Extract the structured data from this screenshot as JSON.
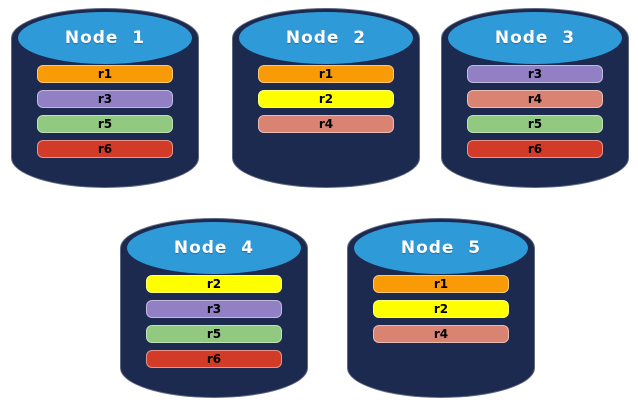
{
  "diagram": {
    "background": "#ffffff",
    "cylinder_body_color": "#1C2A50",
    "cylinder_top_color": "#2F9AD8",
    "title_color": "#ffffff",
    "bar_text_color": "#000000"
  },
  "replica_colors": {
    "r1": "#F99B06",
    "r2": "#FFFF00",
    "r3": "#9180C4",
    "r4": "#D98373",
    "r5": "#90C97F",
    "r6": "#D23B27"
  },
  "nodes": [
    {
      "title": "Node  1",
      "replicas": [
        "r1",
        "r3",
        "r5",
        "r6"
      ]
    },
    {
      "title": "Node  2",
      "replicas": [
        "r1",
        "r2",
        "r4"
      ]
    },
    {
      "title": "Node  3",
      "replicas": [
        "r3",
        "r4",
        "r5",
        "r6"
      ]
    },
    {
      "title": "Node  4",
      "replicas": [
        "r2",
        "r3",
        "r5",
        "r6"
      ]
    },
    {
      "title": "Node  5",
      "replicas": [
        "r1",
        "r2",
        "r4"
      ]
    }
  ]
}
